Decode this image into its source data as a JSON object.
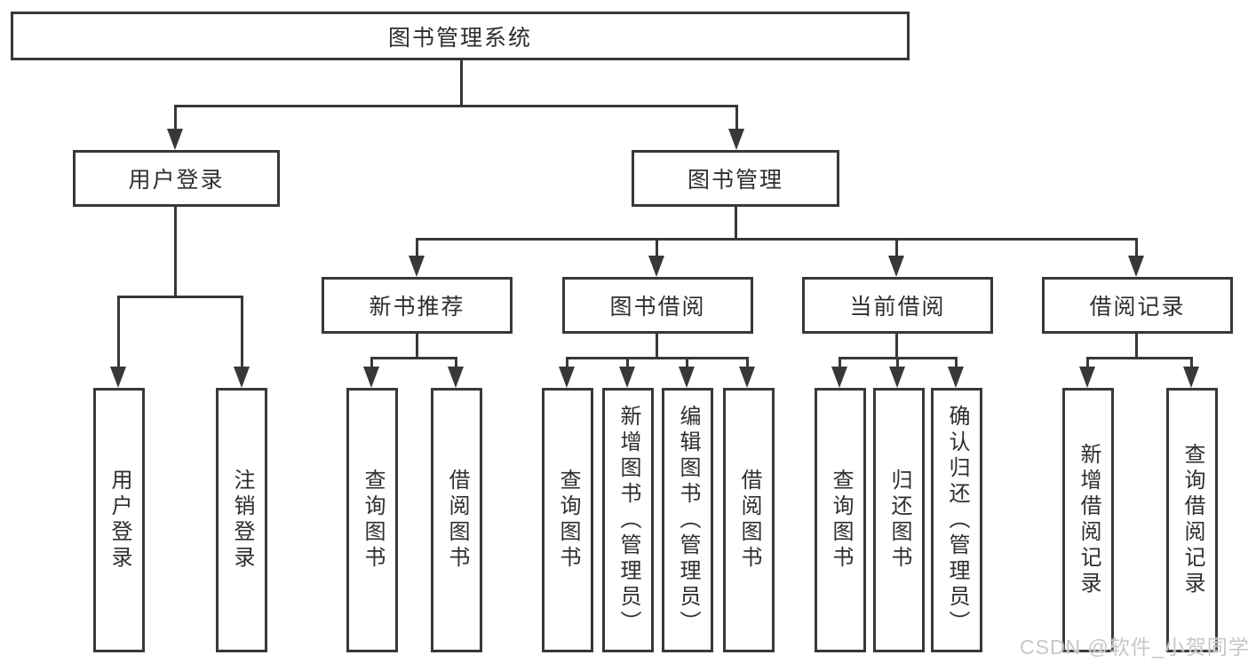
{
  "diagram": {
    "root": {
      "label": "图书管理系统"
    },
    "level2": [
      {
        "label": "用户登录"
      },
      {
        "label": "图书管理"
      }
    ],
    "level3": [
      {
        "label": "新书推荐",
        "parent": "图书管理"
      },
      {
        "label": "图书借阅",
        "parent": "图书管理"
      },
      {
        "label": "当前借阅",
        "parent": "图书管理"
      },
      {
        "label": "借阅记录",
        "parent": "图书管理"
      }
    ],
    "level4": [
      {
        "label": "用户登录",
        "parent": "用户登录"
      },
      {
        "label": "注销登录",
        "parent": "用户登录"
      },
      {
        "label": "查询图书",
        "parent": "新书推荐"
      },
      {
        "label": "借阅图书",
        "parent": "新书推荐"
      },
      {
        "label": "查询图书",
        "parent": "图书借阅"
      },
      {
        "label": "新增图书（管理员）",
        "parent": "图书借阅"
      },
      {
        "label": "编辑图书（管理员）",
        "parent": "图书借阅"
      },
      {
        "label": "借阅图书",
        "parent": "图书借阅"
      },
      {
        "label": "查询图书",
        "parent": "当前借阅"
      },
      {
        "label": "归还图书",
        "parent": "当前借阅"
      },
      {
        "label": "确认归还（管理员）",
        "parent": "当前借阅"
      },
      {
        "label": "新增借阅记录",
        "parent": "借阅记录"
      },
      {
        "label": "查询借阅记录",
        "parent": "借阅记录"
      }
    ]
  },
  "watermark": {
    "text": "CSDN @软件_小贺同学"
  },
  "colors": {
    "line": "#383838",
    "text": "#2e2e2e",
    "box_background": "#ffffff",
    "page_background": "#ffffff",
    "watermark": "#c7c7c7"
  }
}
